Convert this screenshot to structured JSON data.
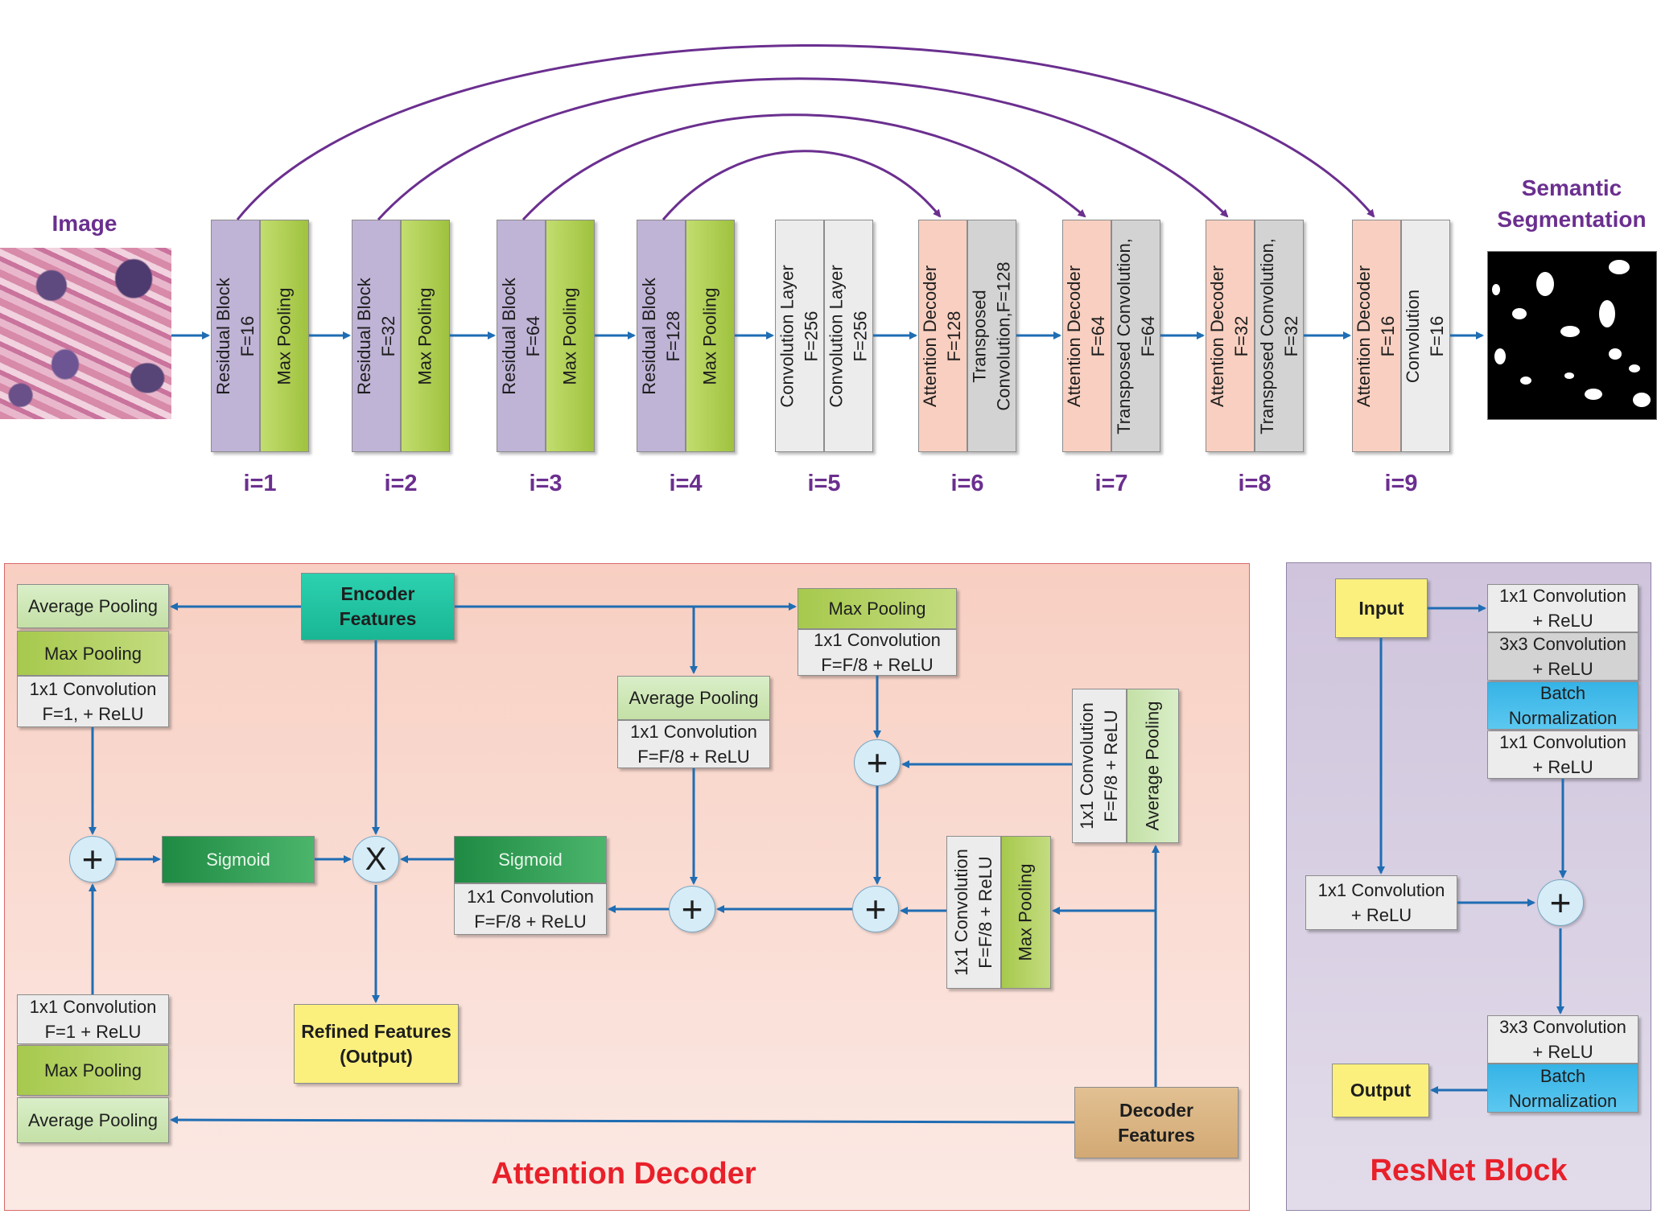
{
  "top": {
    "image_label": "Image",
    "output_label_line1": "Semantic",
    "output_label_line2": "Segmentation",
    "stages": [
      {
        "index": "i=1",
        "a": [
          "Residual Block",
          "F=16"
        ],
        "b": [
          "Max Pooling"
        ]
      },
      {
        "index": "i=2",
        "a": [
          "Residual Block",
          "F=32"
        ],
        "b": [
          "Max Pooling"
        ]
      },
      {
        "index": "i=3",
        "a": [
          "Residual Block",
          "F=64"
        ],
        "b": [
          "Max Pooling"
        ]
      },
      {
        "index": "i=4",
        "a": [
          "Residual Block",
          "F=128"
        ],
        "b": [
          "Max Pooling"
        ]
      },
      {
        "index": "i=5",
        "a": [
          "Convolution Layer",
          "F=256"
        ],
        "b": [
          "Convolution Layer",
          "F=256"
        ]
      },
      {
        "index": "i=6",
        "a": [
          "Attention Decoder",
          "F=128"
        ],
        "b": [
          "Transposed",
          "Convolution,F=128"
        ]
      },
      {
        "index": "i=7",
        "a": [
          "Attention Decoder",
          "F=64"
        ],
        "b": [
          "Transposed Convolution,",
          "F=64"
        ]
      },
      {
        "index": "i=8",
        "a": [
          "Attention Decoder",
          "F=32"
        ],
        "b": [
          "Transposed Convolution,",
          "F=32"
        ]
      },
      {
        "index": "i=9",
        "a": [
          "Attention Decoder",
          "F=16"
        ],
        "b": [
          "Convolution",
          "F=16"
        ]
      }
    ]
  },
  "attention": {
    "title": "Attention Decoder",
    "encoder_features": [
      "Encoder",
      "Features"
    ],
    "decoder_features": [
      "Decoder",
      "Features"
    ],
    "refined_features": [
      "Refined Features",
      "(Output)"
    ],
    "avg_pool_top_left": "Average Pooling",
    "max_pool_top_left": "Max Pooling",
    "conv_top_left": [
      "1x1 Convolution",
      "F=1, + ReLU"
    ],
    "conv_bottom_left": [
      "1x1 Convolution",
      "F=1 + ReLU"
    ],
    "max_pool_bottom_left": "Max Pooling",
    "avg_pool_bottom_left": "Average Pooling",
    "sigmoid_left": "Sigmoid",
    "sigmoid_right": "Sigmoid",
    "conv_sigmoid_right": [
      "1x1 Convolution",
      "F=F/8 + ReLU"
    ],
    "avg_pool_mid": "Average Pooling",
    "conv_mid": [
      "1x1 Convolution",
      "F=F/8 + ReLU"
    ],
    "max_pool_top_right": "Max Pooling",
    "conv_top_right": [
      "1x1 Convolution",
      "F=F/8 + ReLU"
    ],
    "conv_vert_upper": [
      "1x1 Convolution",
      "F=F/8 + ReLU"
    ],
    "avg_pool_vert": "Average Pooling",
    "conv_vert_lower": [
      "1x1 Convolution",
      "F=F/8 + ReLU"
    ],
    "max_pool_vert": "Max Pooling",
    "plus": "+",
    "times": "X"
  },
  "resnet": {
    "title": "ResNet Block",
    "input": "Input",
    "output": "Output",
    "conv1": [
      "1x1 Convolution",
      "+ ReLU"
    ],
    "conv2": [
      "3x3 Convolution",
      "+ ReLU"
    ],
    "bn1": [
      "Batch",
      "Normalization"
    ],
    "conv3": [
      "1x1 Convolution",
      "+ ReLU"
    ],
    "skip_conv": [
      "1x1 Convolution",
      "+ ReLU"
    ],
    "conv4": [
      "3x3 Convolution",
      "+ ReLU"
    ],
    "bn2": [
      "Batch",
      "Normalization"
    ],
    "plus": "+"
  },
  "colors": {
    "residual": "#bfb3d6",
    "pooling": "#a9c94a",
    "conv_light": "#ececec",
    "attention_dec": "#f8cfc0",
    "transposed": "#d3d3d3",
    "label_purple": "#6b2f8f",
    "arrow_blue": "#1f6db3",
    "title_red": "#e8202a",
    "attention_panel": "#fadcd4",
    "resnet_panel": "#d7cfe2",
    "encoder": "#22c7a6",
    "decoder": "#dcb687",
    "refined": "#fbf07e",
    "sigmoid": "#2a9a4c",
    "batch_norm": "#3ab8e8"
  }
}
